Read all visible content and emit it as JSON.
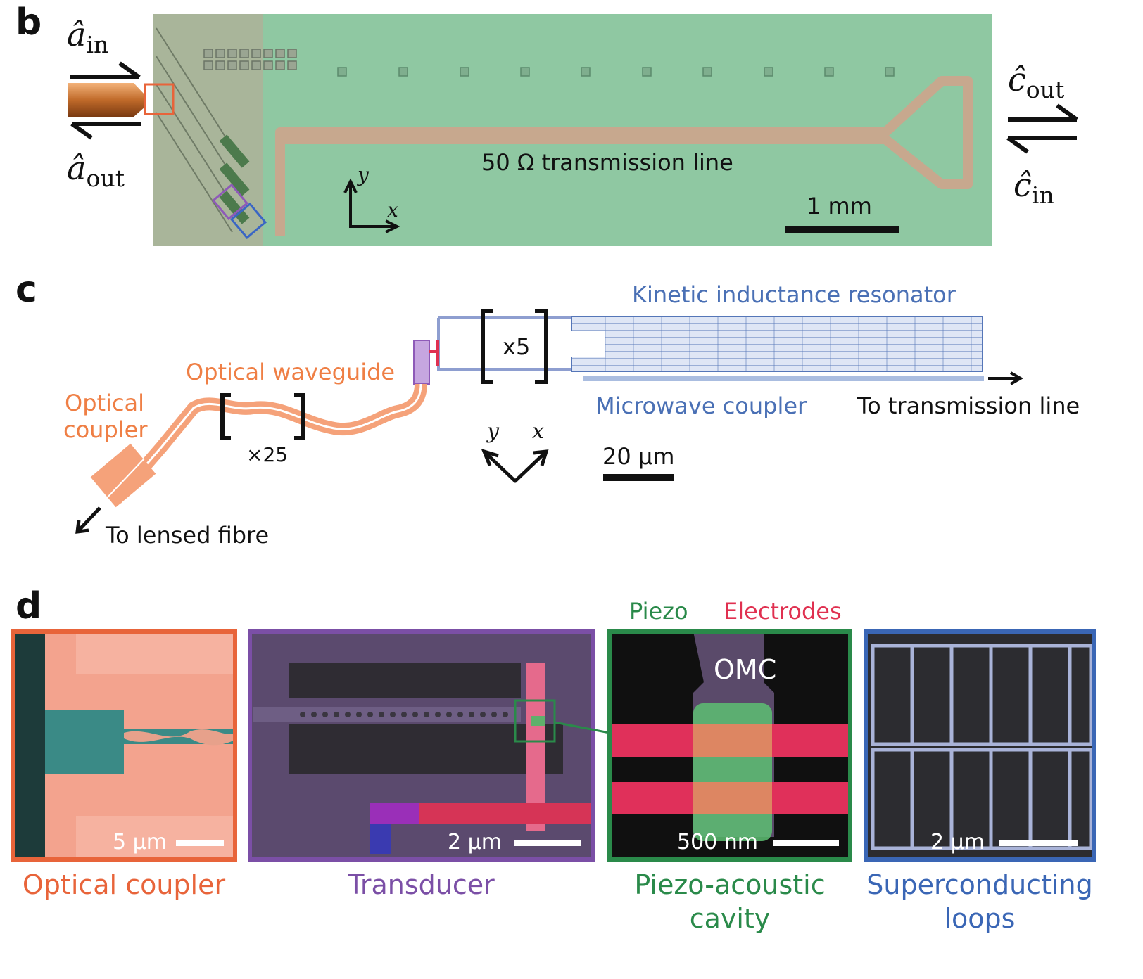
{
  "panel_b": {
    "label": "b",
    "a_in": "â",
    "a_in_sub": "in",
    "a_out": "â",
    "a_out_sub": "out",
    "c_out": "ĉ",
    "c_out_sub": "out",
    "c_in": "ĉ",
    "c_in_sub": "in",
    "transmission_line_label": "50 Ω transmission line",
    "axis_y": "y",
    "axis_x": "x",
    "scale_bar": "1 mm",
    "colors": {
      "chip": "#8fc8a2",
      "left_region": "#a9b59a",
      "line": "#c7a88e",
      "box_orange": "#e8643a",
      "box_purple": "#8e5ab8",
      "box_blue": "#3a66c4"
    }
  },
  "panel_c": {
    "label": "c",
    "kinetic_label": "Kinetic inductance resonator",
    "x5_label": "x5",
    "optical_waveguide_label": "Optical waveguide",
    "optical_coupler_label_1": "Optical",
    "optical_coupler_label_2": "coupler",
    "x25_label": "×25",
    "microwave_coupler_label": "Microwave coupler",
    "to_transmission_label": "To transmission line",
    "to_fibre_label": "To lensed fibre",
    "axis_y": "y",
    "axis_x": "x",
    "scale_bar": "20 μm",
    "colors": {
      "optical": "#f5a27a",
      "microwave": "#5576b8",
      "text_orange": "#ef7f45",
      "text_blue": "#4a70b5"
    }
  },
  "panel_d": {
    "label": "d",
    "piezo_label": "Piezo",
    "electrodes_label": "Electrodes",
    "omc_label": "OMC",
    "scale_1": "5 μm",
    "scale_2": "2 μm",
    "scale_3": "500 nm",
    "scale_4": "2 μm",
    "caption_1": "Optical coupler",
    "caption_2": "Transducer",
    "caption_3_line1": "Piezo-acoustic",
    "caption_3_line2": "cavity",
    "caption_4_line1": "Superconducting",
    "caption_4_line2": "loops",
    "colors": {
      "orange": "#e8643a",
      "purple": "#7b4fa6",
      "green": "#2a8a4a",
      "blue": "#3a66b5",
      "red": "#e03050"
    }
  }
}
